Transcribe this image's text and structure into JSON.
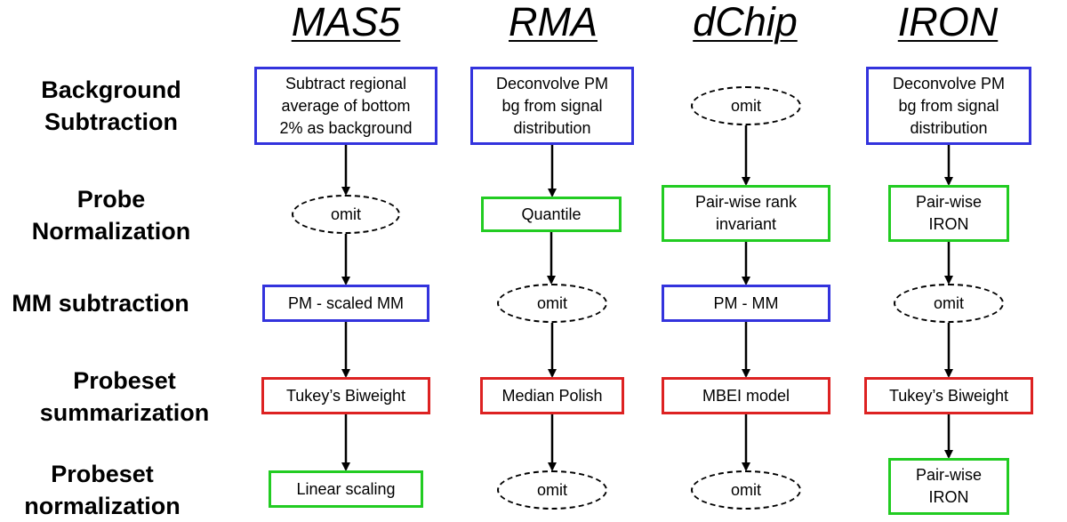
{
  "methods": [
    {
      "name": "MAS5"
    },
    {
      "name": "RMA"
    },
    {
      "name": "dChip"
    },
    {
      "name": "IRON"
    }
  ],
  "steps": [
    {
      "label": [
        "Background",
        "Subtraction"
      ]
    },
    {
      "label": [
        "Probe",
        "Normalization"
      ]
    },
    {
      "label": [
        "MM subtraction"
      ]
    },
    {
      "label": [
        "Probeset",
        "summarization"
      ]
    },
    {
      "label": [
        "Probeset",
        "normalization"
      ]
    }
  ],
  "legend_colors": {
    "blue": "#3333dd",
    "green": "#22cc22",
    "red": "#dd2222",
    "omit": "#000000"
  },
  "cells": {
    "mas5": {
      "background": {
        "text": "Subtract regional\naverage of bottom\n2% as background",
        "kind": "blue"
      },
      "probe_norm": {
        "text": "omit",
        "kind": "omit"
      },
      "mm_sub": {
        "text": "PM - scaled MM",
        "kind": "blue"
      },
      "summarization": {
        "text": "Tukey’s Biweight",
        "kind": "red"
      },
      "probeset_norm": {
        "text": "Linear scaling",
        "kind": "green"
      }
    },
    "rma": {
      "background": {
        "text": "Deconvolve PM\nbg from signal\ndistribution",
        "kind": "blue"
      },
      "probe_norm": {
        "text": "Quantile",
        "kind": "green"
      },
      "mm_sub": {
        "text": "omit",
        "kind": "omit"
      },
      "summarization": {
        "text": "Median Polish",
        "kind": "red"
      },
      "probeset_norm": {
        "text": "omit",
        "kind": "omit"
      }
    },
    "dchip": {
      "background": {
        "text": "omit",
        "kind": "omit"
      },
      "probe_norm": {
        "text": "Pair-wise rank\ninvariant",
        "kind": "green"
      },
      "mm_sub": {
        "text": "PM - MM",
        "kind": "blue"
      },
      "summarization": {
        "text": "MBEI model",
        "kind": "red"
      },
      "probeset_norm": {
        "text": "omit",
        "kind": "omit"
      }
    },
    "iron": {
      "background": {
        "text": "Deconvolve PM\nbg from signal\ndistribution",
        "kind": "blue"
      },
      "probe_norm": {
        "text": "Pair-wise\nIRON",
        "kind": "green"
      },
      "mm_sub": {
        "text": "omit",
        "kind": "omit"
      },
      "summarization": {
        "text": "Tukey’s Biweight",
        "kind": "red"
      },
      "probeset_norm": {
        "text": "Pair-wise\nIRON",
        "kind": "green"
      }
    }
  }
}
